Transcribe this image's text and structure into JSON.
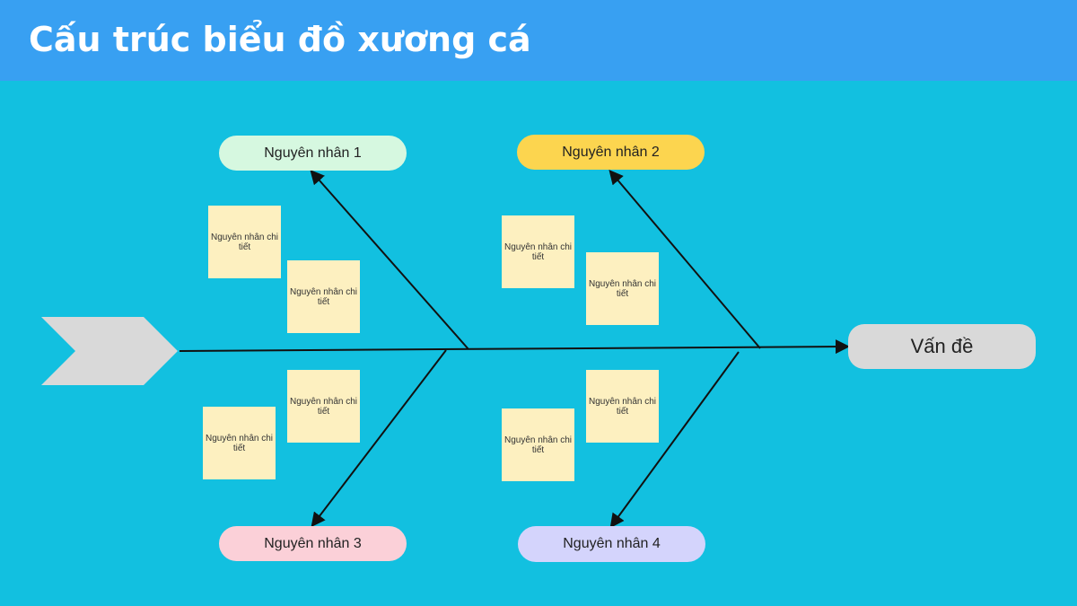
{
  "title": "Cấu trúc biểu đồ xương cá",
  "problem": "Vấn đề",
  "causes": [
    {
      "label": "Nguyên nhân 1",
      "color": "#d6f8e0"
    },
    {
      "label": "Nguyên nhân 2",
      "color": "#fcd54f"
    },
    {
      "label": "Nguyên nhân 3",
      "color": "#fbd0d8"
    },
    {
      "label": "Nguyên nhân 4",
      "color": "#d4d4fc"
    }
  ],
  "detail_label": "Nguyên nhân chi tiết"
}
